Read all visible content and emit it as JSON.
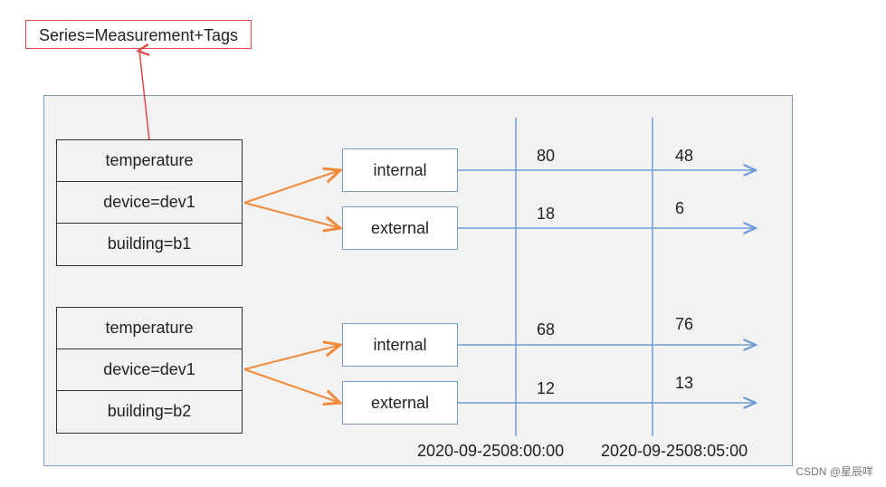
{
  "label": "Series=Measurement+Tags",
  "groups": [
    {
      "tags": [
        "temperature",
        "device=dev1",
        "building=b1"
      ],
      "fields": [
        {
          "name": "internal",
          "values": [
            "80",
            "48"
          ]
        },
        {
          "name": "external",
          "values": [
            "18",
            "6"
          ]
        }
      ]
    },
    {
      "tags": [
        "temperature",
        "device=dev1",
        "building=b2"
      ],
      "fields": [
        {
          "name": "internal",
          "values": [
            "68",
            "76"
          ]
        },
        {
          "name": "external",
          "values": [
            "12",
            "13"
          ]
        }
      ]
    }
  ],
  "times": [
    "2020-09-2508:00:00",
    "2020-09-2508:05:00"
  ],
  "watermark": "CSDN @星辰咩",
  "colors": {
    "red": "#e04848",
    "orange": "#f08a3c",
    "blue": "#6f9bd6",
    "border": "#7a9bc4"
  }
}
